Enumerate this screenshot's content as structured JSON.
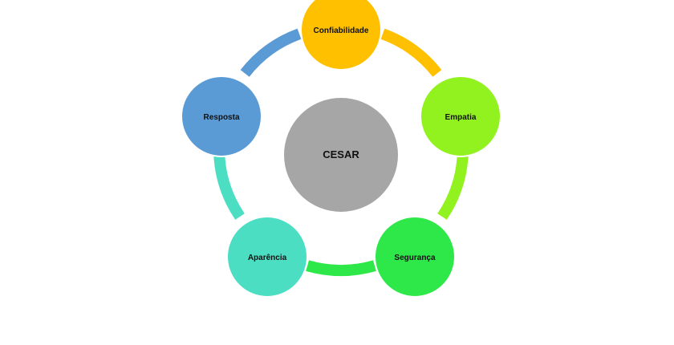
{
  "center": {
    "label": "CESAR",
    "color": "#A6A6A6"
  },
  "nodes": [
    {
      "id": "confiabilidade",
      "label": "Confiabilidade",
      "color": "#FFC000"
    },
    {
      "id": "empatia",
      "label": "Empatia",
      "color": "#92F220"
    },
    {
      "id": "seguranca",
      "label": "Segurança",
      "color": "#2EE84A"
    },
    {
      "id": "aparencia",
      "label": "Aparência",
      "color": "#4BDEC3"
    },
    {
      "id": "resposta",
      "label": "Resposta",
      "color": "#5B9BD5"
    }
  ]
}
